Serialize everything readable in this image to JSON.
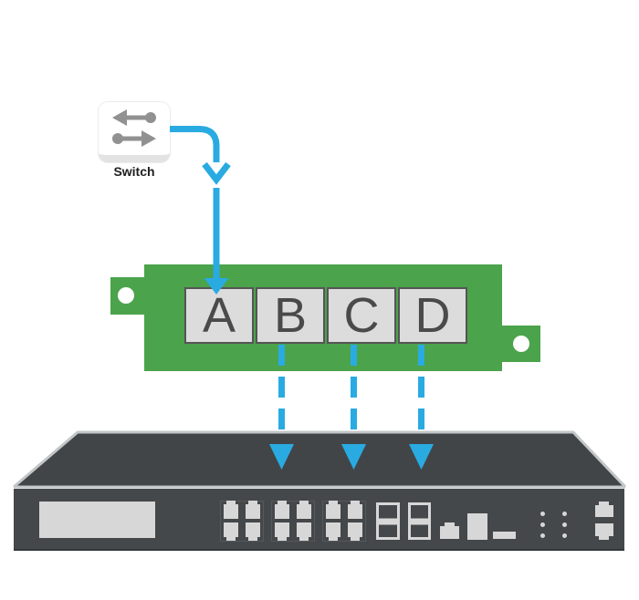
{
  "switch": {
    "label": "Switch",
    "icon": "transfer-arrows-icon"
  },
  "board": {
    "ports": [
      {
        "label": "A"
      },
      {
        "label": "B"
      },
      {
        "label": "C"
      },
      {
        "label": "D"
      }
    ]
  },
  "colors": {
    "accent_blue": "#29ABE2",
    "board_green": "#4BA34B",
    "slot_gray": "#DCDCDC",
    "slot_border": "#555555",
    "letter_gray": "#4A4A4A",
    "appliance_top": "#424548",
    "appliance_front": "#45484A",
    "panel_light": "#D7D7D7",
    "edge_highlight": "#C2C6C6",
    "switch_arrow_gray": "#919191",
    "label_dark": "#1E1E1E",
    "background": "#FFFFFF"
  }
}
